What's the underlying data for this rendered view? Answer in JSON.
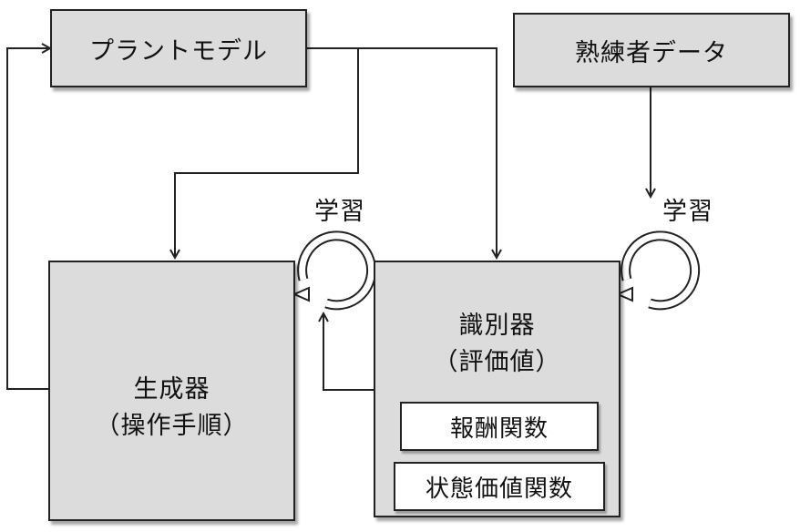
{
  "nodes": {
    "plant_model": "プラントモデル",
    "expert_data": "熟練者データ",
    "generator": {
      "line1": "生成器",
      "line2": "（操作手順）"
    },
    "discriminator": {
      "line1": "識別器",
      "line2": "（評価値）",
      "reward_function": "報酬関数",
      "state_value_function": "状態価値関数"
    }
  },
  "labels": {
    "learning_generator": "学習",
    "learning_discriminator": "学習"
  },
  "colors": {
    "box_fill": "#dcdcdc",
    "sub_box_fill": "#ffffff",
    "line": "#222222"
  }
}
